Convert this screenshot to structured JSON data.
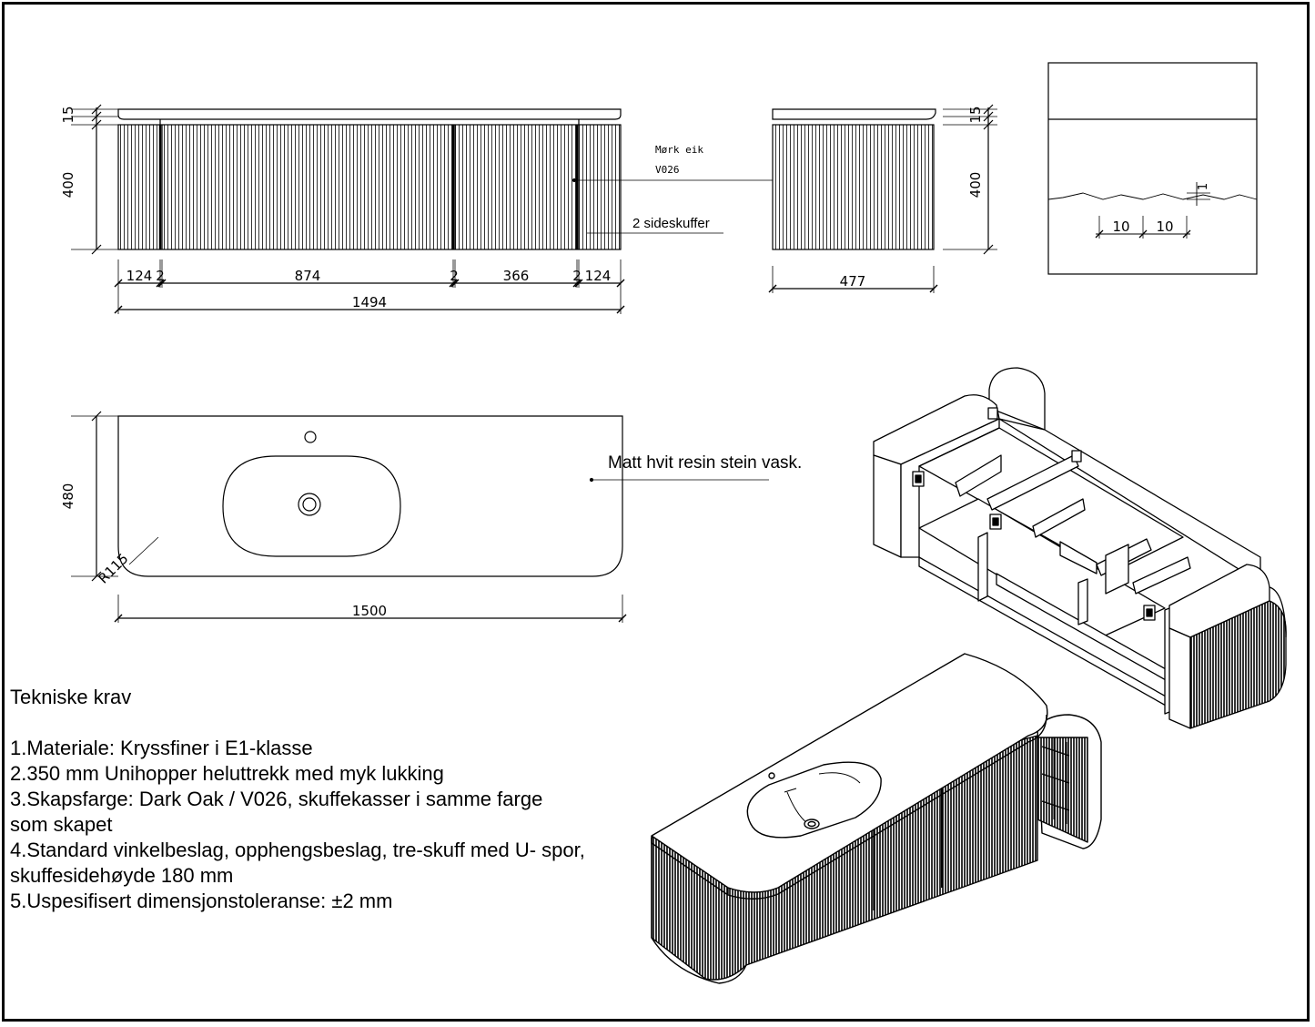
{
  "front_view": {
    "dims": {
      "top_thickness": "15",
      "height": "400",
      "seg_124_left": "124",
      "seg_2_a": "2",
      "seg_874": "874",
      "seg_2_b": "2",
      "seg_366": "366",
      "seg_2_c": "2",
      "seg_124_right": "124",
      "total_width": "1494"
    },
    "annotation_color": "Mørk eik",
    "annotation_code": "V026",
    "annotation_drawers": "2 sideskuffer"
  },
  "side_view": {
    "top_thickness": "15",
    "height": "400",
    "depth": "477"
  },
  "detail_view": {
    "depth_label": "1",
    "pitch_a": "10",
    "pitch_b": "10"
  },
  "top_view": {
    "depth": "480",
    "radius": "R115",
    "width": "1500",
    "annotation_sink": "Matt hvit resin stein vask."
  },
  "requirements": {
    "title": "Tekniske krav",
    "items": [
      "1.Materiale: Kryssfiner i E1-klasse",
      "2.350 mm Unihopper heluttrekk med myk lukking",
      "3.Skapsfarge: Dark Oak / V026, skuffekasser i samme farge",
      "som skapet",
      "4.Standard vinkelbeslag, opphengsbeslag, tre-skuff med U- spor,",
      "skuffesidehøyde 180 mm",
      "5.Uspesifisert dimensjonstoleranse: ±2 mm"
    ]
  }
}
